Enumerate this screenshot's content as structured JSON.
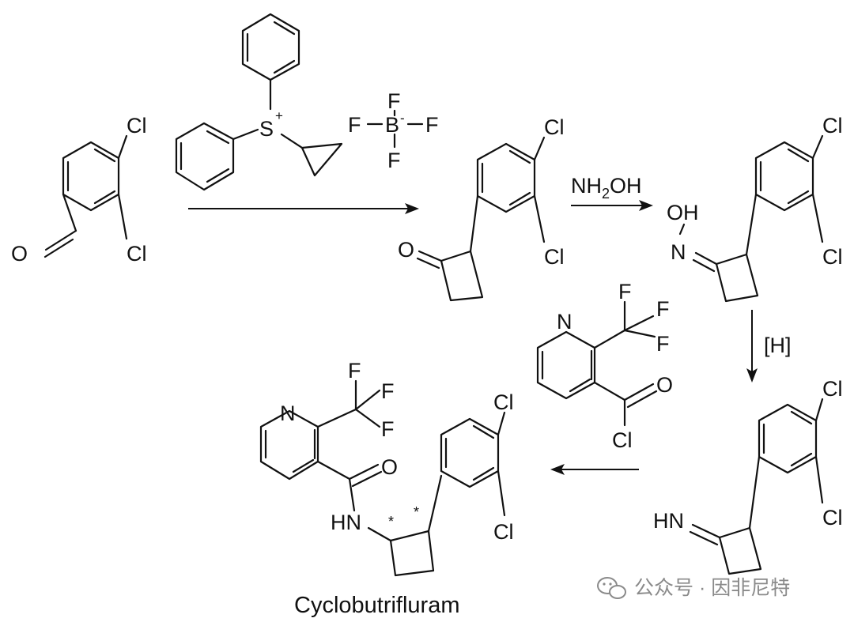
{
  "labels": {
    "cl": "Cl",
    "o": "O",
    "s": "S",
    "plus": "+",
    "minus": "-",
    "b": "B",
    "f": "F",
    "n": "N",
    "nh2oh_main": "NH",
    "nh2oh_sub": "2",
    "nh2oh_tail": "OH",
    "oh": "OH",
    "reduce": "[H]",
    "hn": "HN",
    "star": "*"
  },
  "product_name": "Cyclobutrifluram",
  "watermark": {
    "text": "公众号 · 因非尼特",
    "icon": "wechat-icon"
  },
  "colors": {
    "ink": "#111111",
    "watermark": "#8a8a8a"
  }
}
